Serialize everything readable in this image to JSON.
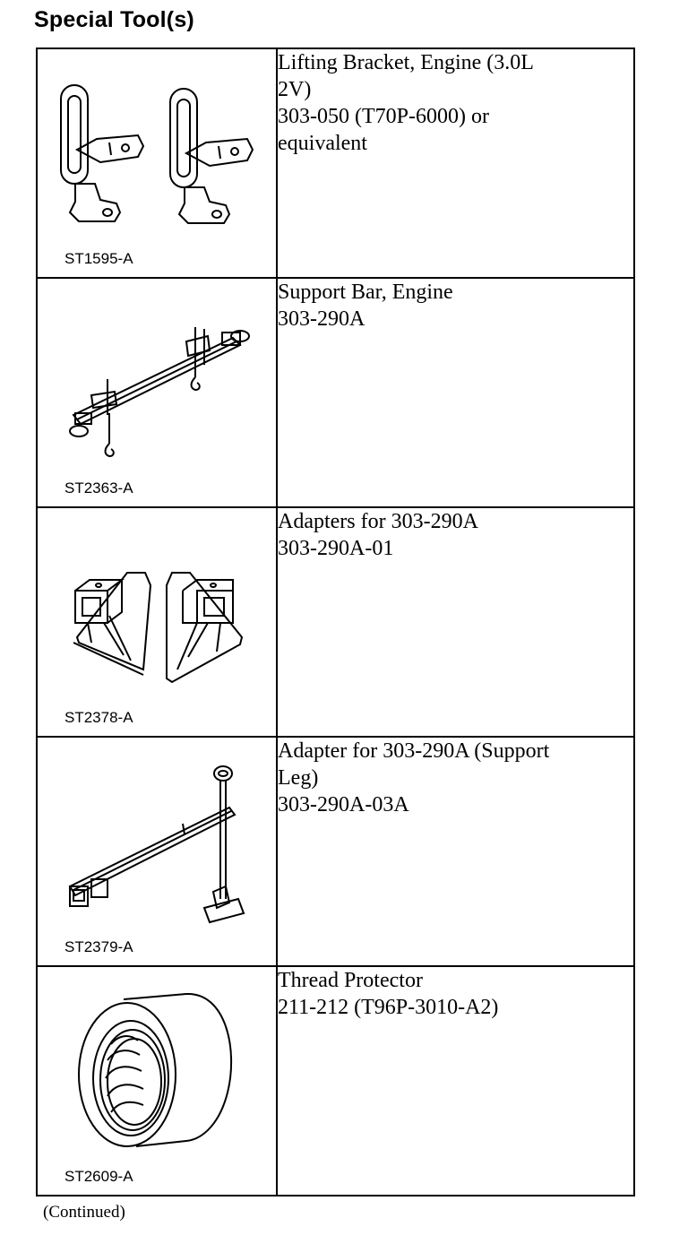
{
  "heading": "Special Tool(s)",
  "tools": [
    {
      "illustration": "lifting-bracket-icon",
      "code": "ST1595-A",
      "lines": [
        "Lifting Bracket, Engine (3.0L",
        "2V)",
        "303-050 (T70P-6000) or",
        "equivalent"
      ]
    },
    {
      "illustration": "support-bar-icon",
      "code": "ST2363-A",
      "lines": [
        "Support Bar, Engine",
        "303-290A"
      ]
    },
    {
      "illustration": "adapters-icon",
      "code": "ST2378-A",
      "lines": [
        "Adapters for 303-290A",
        "303-290A-01"
      ]
    },
    {
      "illustration": "support-leg-icon",
      "code": "ST2379-A",
      "lines": [
        "Adapter for 303-290A (Support",
        "Leg)",
        "303-290A-03A"
      ]
    },
    {
      "illustration": "thread-protector-icon",
      "code": "ST2609-A",
      "lines": [
        "Thread Protector",
        "211-212 (T96P-3010-A2)"
      ]
    }
  ],
  "footer": "(Continued)"
}
